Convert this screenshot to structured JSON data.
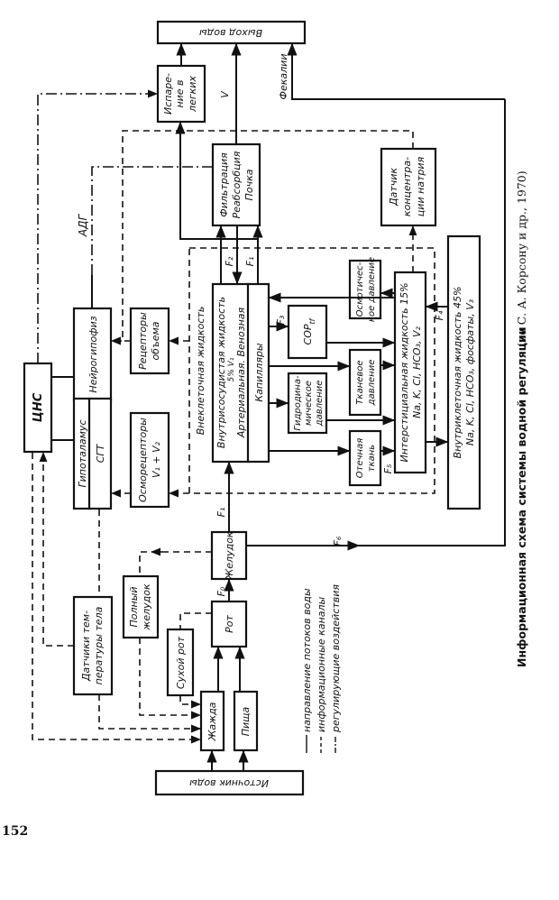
{
  "page": {
    "number": "152",
    "caption_bold": "Информационная схема системы водной регуляции",
    "caption_source": "(по С. А. Корсону и др., 1970)"
  },
  "blocks": {
    "water_output": "Выход воды",
    "water_source": "Источник воды",
    "lung_evaporation": [
      "Испаре-",
      "ние в",
      "легких"
    ],
    "kidney": [
      "Фильтрация",
      "Реабсорбция",
      "Почка"
    ],
    "sodium_sensor": [
      "Датчик",
      "концентра-",
      "ции натрия"
    ],
    "cns": "ЦНС",
    "neurohypophysis": "Нейрогипофиз",
    "hypothalamus": "Гипоталамус",
    "sgt": "СГТ",
    "volume_receptors": [
      "Рецепторы",
      "объема"
    ],
    "osmoreceptors": [
      "Осморецепторы",
      "V₁ + V₂"
    ],
    "extracellular_fluid": "Внеклеточная жидкость",
    "intravascular_fluid": [
      "Внутрисосудистая жидкость",
      "5%            V₁",
      "Артериальная.   Венозная"
    ],
    "capillaries": "Капилляры",
    "cop": "COP",
    "cop_sub": "tf",
    "osmotic_pressure": [
      "Осмотичес-",
      "кое давление"
    ],
    "hydrodynamic_pressure": [
      "Гидродина-",
      "мическое",
      "давление"
    ],
    "tissue_pressure": [
      "Тканевое",
      "давление"
    ],
    "edematous_tissue": [
      "Отечная",
      "ткань"
    ],
    "interstitial_fluid": [
      "Интерстициальная жидкость 15%",
      "Na, K, Cl, HCO₃, V₂"
    ],
    "intracellular_fluid": [
      "Внутриклеточная жидкость 45%",
      "Na, K, Cl, HCO₃, фосфаты, V₃"
    ],
    "body_temp_sensors": [
      "Датчики тем-",
      "пературы тела"
    ],
    "full_stomach": [
      "Полный",
      "желудок"
    ],
    "dry_mouth": "Сухой рот",
    "mouth": "Рот",
    "stomach": "Желудок",
    "thirst": "Жажда",
    "food": "Пища"
  },
  "labels": {
    "adh": "АДГ",
    "v": "V",
    "feces": "Фекалии",
    "f0": "F₀",
    "f1": "F₁",
    "f2": "F₂",
    "f3": "F₃",
    "f4": "F₄",
    "f5": "F₅",
    "f6": "F₆"
  },
  "legend": [
    {
      "style": "solid",
      "text": "направление потоков воды"
    },
    {
      "style": "dashed",
      "text": "информационные каналы"
    },
    {
      "style": "dash-dot",
      "text": "регулирующие воздействия"
    }
  ]
}
